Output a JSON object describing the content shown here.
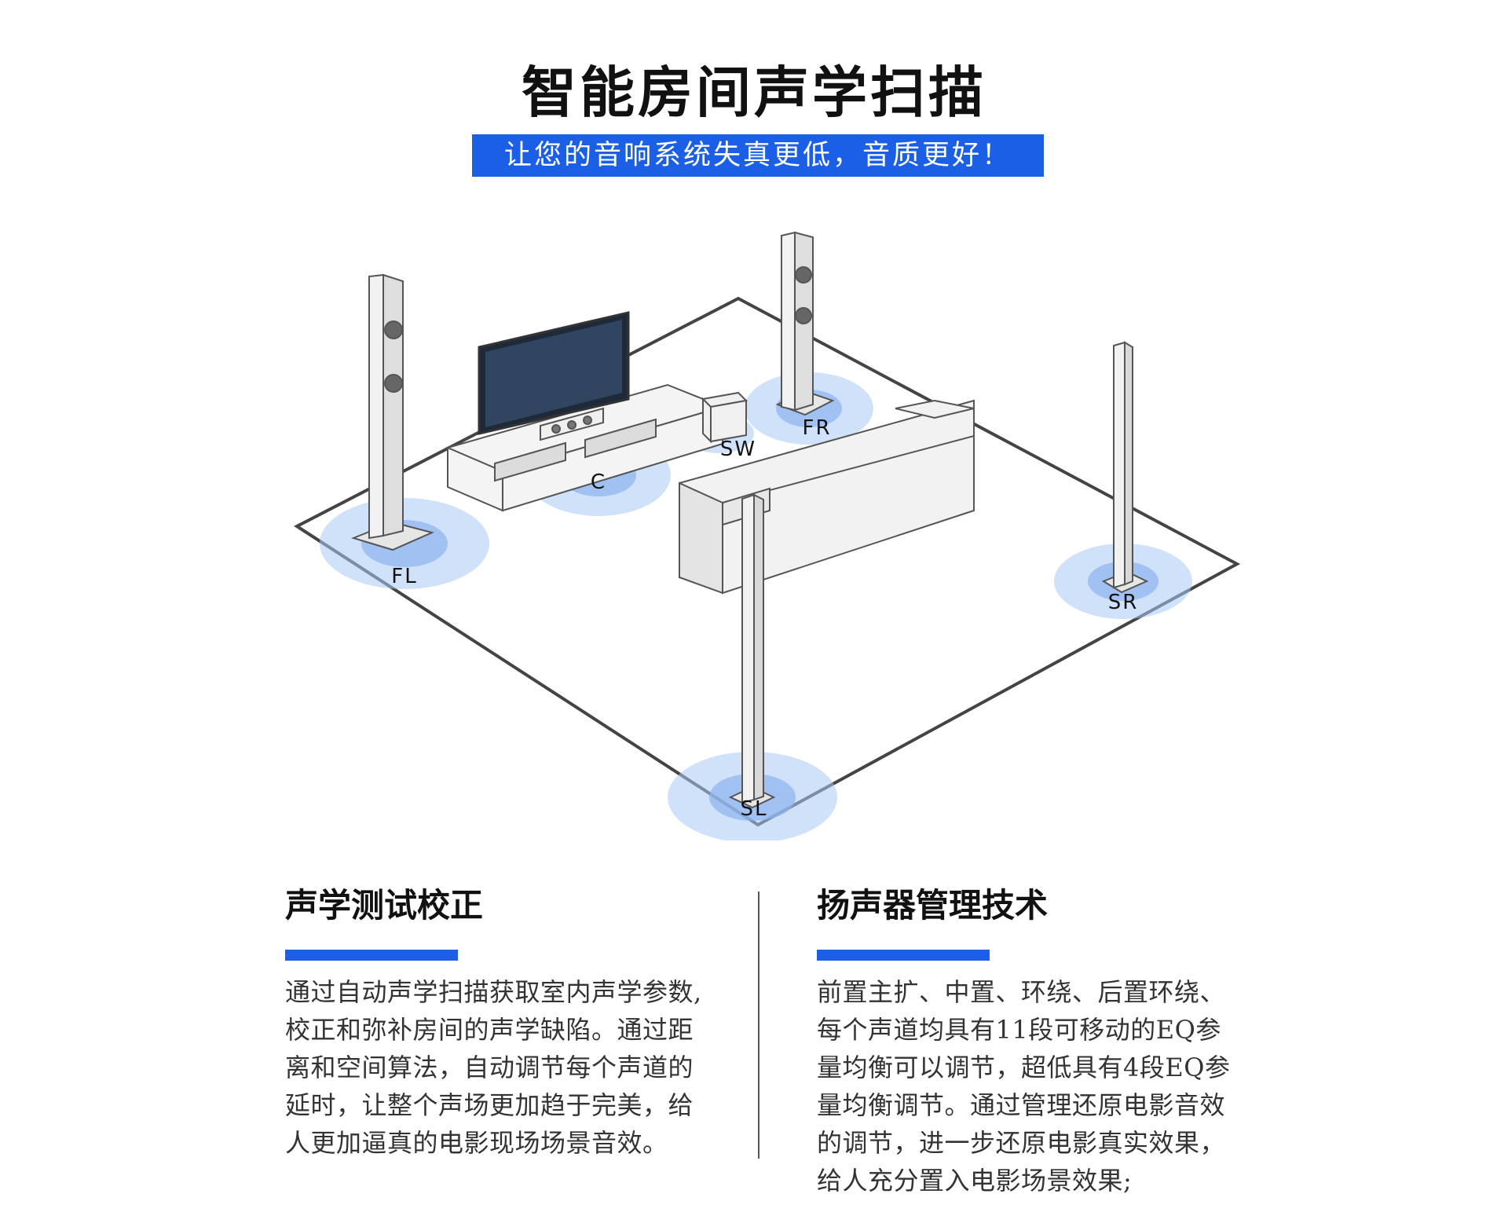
{
  "header": {
    "title": "智能房间声学扫描",
    "subtitle": "让您的音响系统失真更低，音质更好！"
  },
  "diagram": {
    "speakers": [
      "FL",
      "C",
      "SW",
      "FR",
      "SR",
      "SL"
    ],
    "accent": "#1a5fe6",
    "zone_color": "#a9c8f5"
  },
  "sections": [
    {
      "heading": "声学测试校正",
      "lines": [
        "通过自动声学扫描获取室内声学参数,",
        "校正和弥补房间的声学缺陷。通过距",
        "离和空间算法，自动调节每个声道的",
        "延时，让整个声场更加趋于完美，给",
        "人更加逼真的电影现场场景音效。"
      ]
    },
    {
      "heading": "扬声器管理技术",
      "lines": [
        "前置主扩、中置、环绕、后置环绕、",
        "每个声道均具有11段可移动的EQ参",
        "量均衡可以调节，超低具有4段EQ参",
        "量均衡调节。通过管理还原电影音效",
        "的调节，进一步还原电影真实效果，",
        "给人充分置入电影场景效果;"
      ]
    }
  ]
}
